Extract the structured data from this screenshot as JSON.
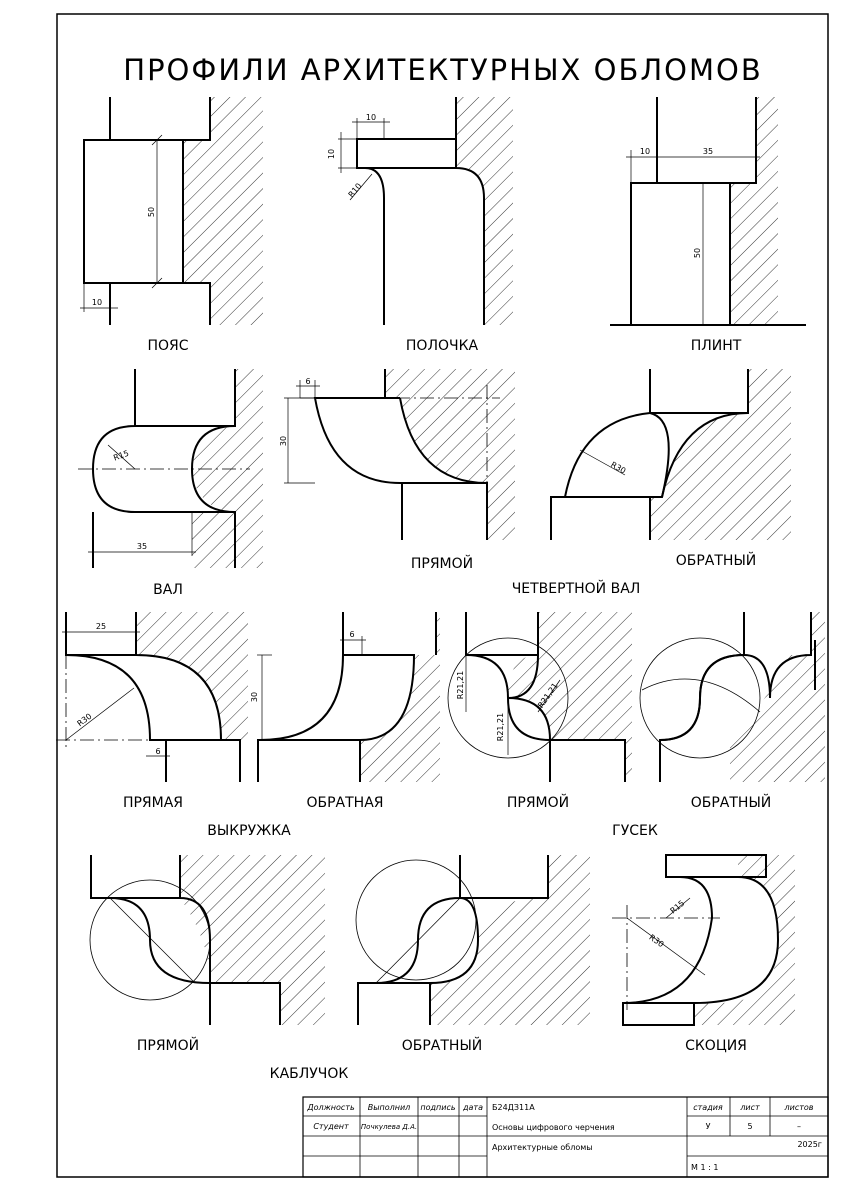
{
  "title": "ПРОФИЛИ АРХИТЕКТУРНЫХ ОБЛОМОВ",
  "profiles": {
    "poyas": "ПОЯС",
    "polochka": "ПОЛОЧКА",
    "plint": "ПЛИНТ",
    "val": "ВАЛ",
    "chetvertnoy_pryamoy": "ПРЯМОЙ",
    "chetvertnoy_obratny": "ОБРАТНЫЙ",
    "chetvertnoy_val": "ЧЕТВЕРТНОЙ ВАЛ",
    "vykruzhka_pryamaya": "ПРЯМАЯ",
    "vykruzhka_obratnaya": "ОБРАТНАЯ",
    "vykruzhka": "ВЫКРУЖКА",
    "gusek_pryamoy": "ПРЯМОЙ",
    "gusek_obratny": "ОБРАТНЫЙ",
    "gusek": "ГУСЕК",
    "kabluchok_pryamoy": "ПРЯМОЙ",
    "kabluchok_obratny": "ОБРАТНЫЙ",
    "kabluchok": "КАБЛУЧОК",
    "skociya": "СКОЦИЯ"
  },
  "dims": {
    "poyas_h": "50",
    "poyas_w": "10",
    "polochka_w": "10",
    "polochka_h": "10",
    "polochka_r": "R10",
    "plint_w1": "10",
    "plint_w2": "35",
    "plint_h": "50",
    "val_r": "R15",
    "val_w": "35",
    "chv_w": "6",
    "chv_h": "30",
    "chv_r": "R30",
    "vyk_w": "25",
    "vyk_r": "R30",
    "vyk_w2": "6",
    "vyk_h": "30",
    "vyk_w3": "6",
    "gus_r1": "R21,21",
    "gus_r2": "R21,21",
    "gus_r3": "R21,21",
    "sko_r1": "R15",
    "sko_r2": "R30"
  },
  "titleblock": {
    "h_position": "Должность",
    "h_done": "Выполнил",
    "h_sign": "подпись",
    "h_date": "дата",
    "code": "Б24ДЗ11А",
    "role": "Студент",
    "author": "Почкулева Д.А.",
    "subject": "Основы цифрового черчения",
    "drawing": "Архитектурные обломы",
    "h_stage": "стадия",
    "h_sheet": "лист",
    "h_sheets": "листов",
    "stage": "У",
    "sheet": "5",
    "sheets": "–",
    "year": "2025г",
    "scale": "М 1 : 1"
  }
}
